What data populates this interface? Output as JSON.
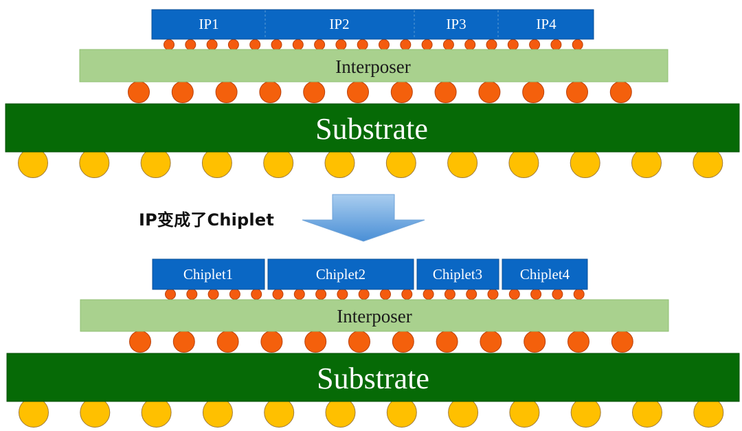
{
  "top_stack": {
    "ip_blocks": [
      "IP1",
      "IP2",
      "IP3",
      "IP4"
    ],
    "interposer_label": "Interposer",
    "substrate_label": "Substrate"
  },
  "transition": {
    "caption": "IP变成了Chiplet"
  },
  "bottom_stack": {
    "chiplets": [
      "Chiplet1",
      "Chiplet2",
      "Chiplet3",
      "Chiplet4"
    ],
    "interposer_label": "Interposer",
    "substrate_label": "Substrate"
  },
  "colors": {
    "die_blue": "#0a67c4",
    "interposer_green": "#a9d18e",
    "substrate_green": "#066a06",
    "microbump_orange": "#f45b0f",
    "c4_bump_orange": "#f4600c",
    "bga_ball_yellow": "#ffc000",
    "arrow_blue": "#5b9bd5"
  }
}
